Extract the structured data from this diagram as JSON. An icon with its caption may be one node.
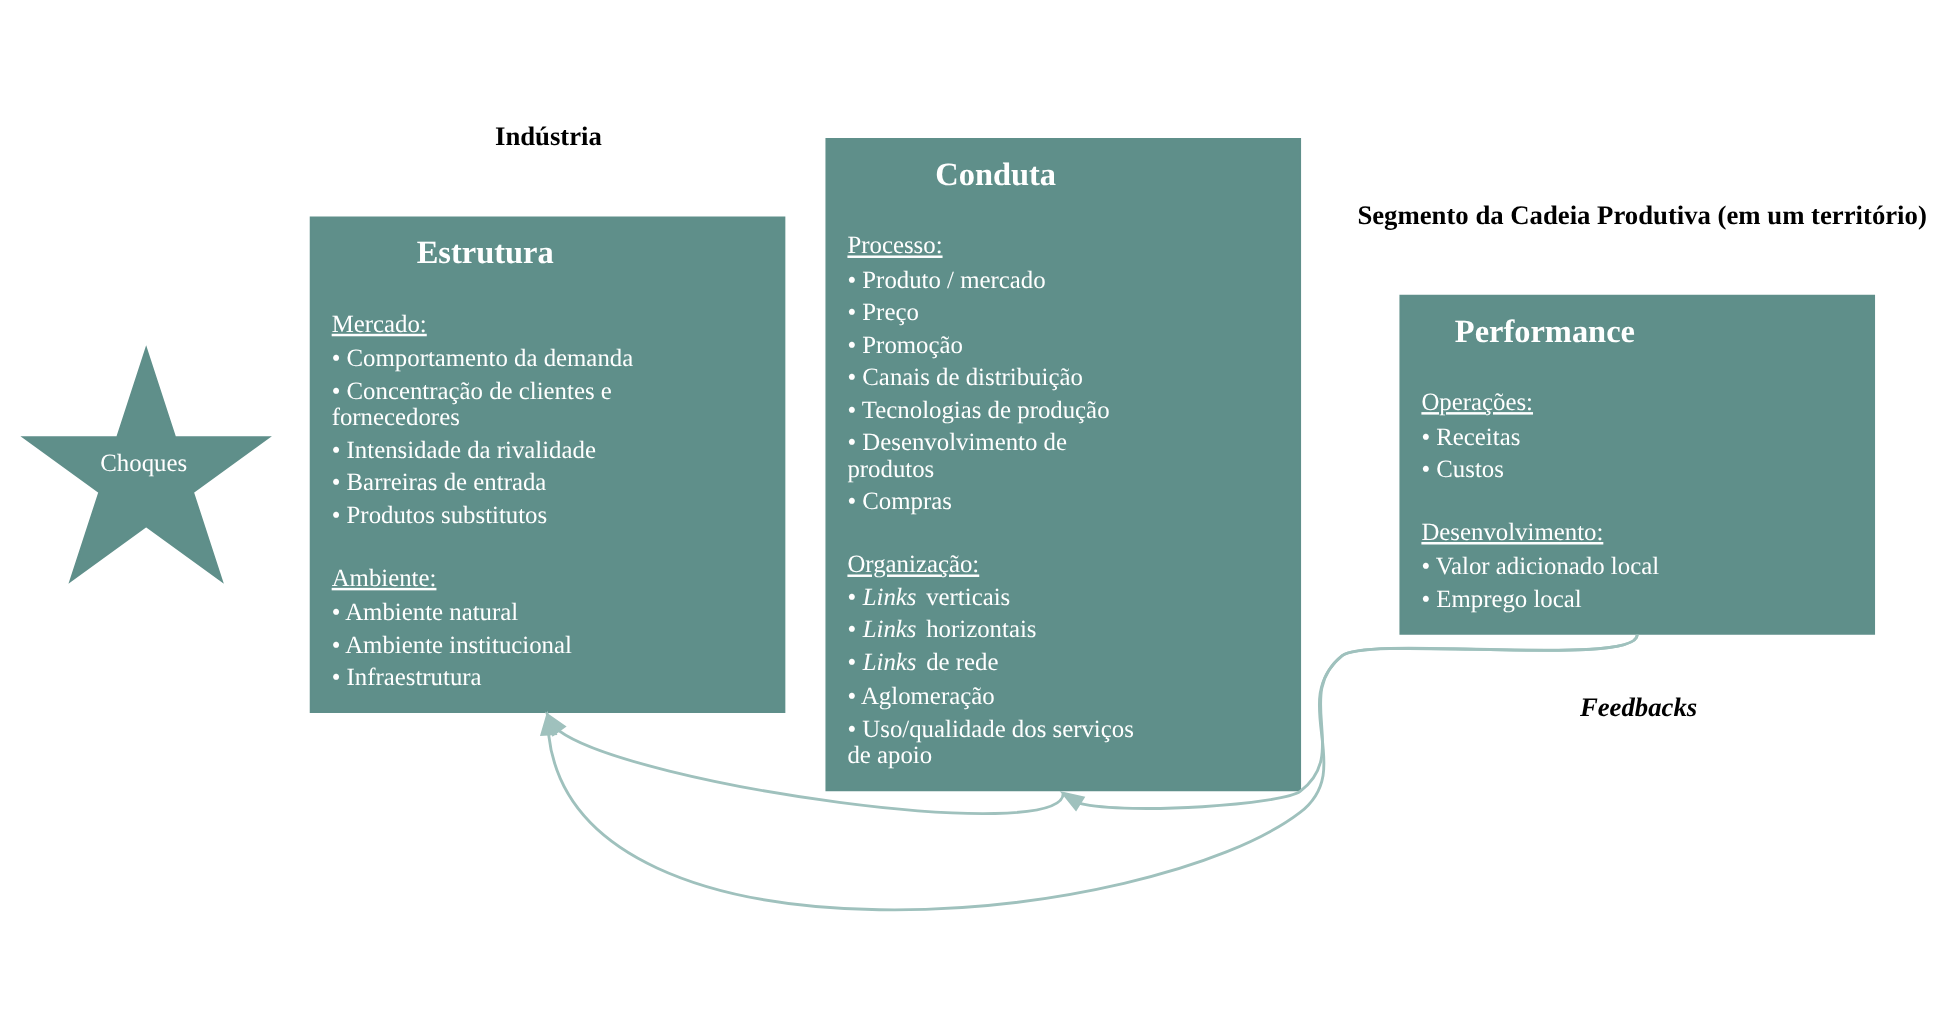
{
  "diagram": {
    "nodes": [
      {
        "text": [
          "Choques"
        ]
      },
      {
        "text": [
          "Estrutura",
          "Mercado:",
          "• Comportamento da demanda",
          "• Concentração de clientes e fornecedores",
          "• Intensidade da rivalidade",
          "• Barreiras de entrada",
          "• Produtos substitutos",
          "Ambiente:",
          "• Ambiente natural",
          "• Ambiente institucional",
          "• Infraestrutura"
        ]
      },
      {
        "text": [
          "Conduta",
          "Processo:",
          "• Produto / mercado",
          "• Preço",
          "• Promoção",
          "• Canais de distribuição",
          "• Tecnologias de produção",
          "• Desenvolvimento de produtos",
          "• Compras",
          "Organização:",
          "• *Links* verticais",
          "• *Links* horizontais",
          "• *Links* de rede",
          "• Aglomeração",
          "• Uso/qualidade dos serviços de apoio"
        ]
      },
      {
        "text": [
          "Performance",
          "Operações:",
          "• Receitas",
          "• Custos",
          "Desenvolvimento:",
          "• Valor adicionado local",
          "• Emprego local"
        ]
      }
    ],
    "edges": [
      {
        "from": 2,
        "to": 1,
        "arrow": "to"
      },
      {
        "from": 3,
        "to": 2,
        "arrow": "to"
      },
      {
        "from": 3,
        "to": 1,
        "arrow": "to"
      }
    ],
    "labels": [
      "Indústria",
      "Segmento da Cadeia Produtiva (em um território)",
      "Feedbacks"
    ]
  }
}
